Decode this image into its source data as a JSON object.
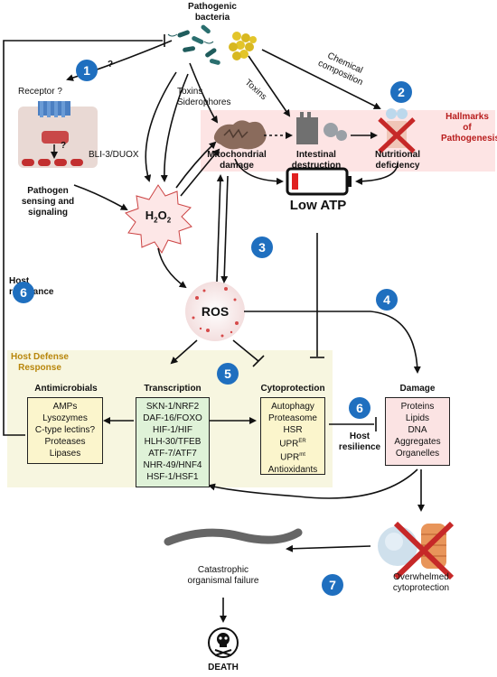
{
  "title_pathogen": "Pathogenic bacteria",
  "receptor_label": "Receptor ?",
  "question_mark": "?",
  "bli_label": "BLI-3/DUOX",
  "sensing_label": "Pathogen sensing and signaling",
  "toxins_siderophores": "Toxins Siderophores",
  "toxins": "Toxins",
  "chemical_composition": "Chemical composition",
  "hallmarks": "Hallmarks of Pathogenesis",
  "mito_damage": "Mitochondrial damage",
  "intestinal_destruction": "Intestinal destruction",
  "nutritional_deficiency": "Nutritional deficiency",
  "h2o2": "H2O2",
  "low_atp": "Low ATP",
  "ros": "ROS",
  "host_resistance": "Host resistance",
  "host_defense_response": "Host Defense Response",
  "host_resilience": "Host resilience",
  "overwhelmed": "Overwhelmed cytoprotection",
  "catastrophic": "Catastrophic organismal failure",
  "death": "DEATH",
  "badges": {
    "b1": "1",
    "b2": "2",
    "b3": "3",
    "b4": "4",
    "b5": "5",
    "b6a": "6",
    "b6b": "6",
    "b7": "7"
  },
  "antimicrobials": {
    "header": "Antimicrobials",
    "items": [
      "AMPs",
      "Lysozymes",
      "C-type lectins?",
      "Proteases",
      "Lipases"
    ]
  },
  "transcription": {
    "header": "Transcription",
    "items": [
      "SKN-1/NRF2",
      "DAF-16/FOXO",
      "HIF-1/HIF",
      "HLH-30/TFEB",
      "ATF-7/ATF7",
      "NHR-49/HNF4",
      "HSF-1/HSF1"
    ]
  },
  "cytoprotection": {
    "header": "Cytoprotection",
    "items": [
      "Autophagy",
      "Proteasome",
      "HSR"
    ],
    "upr_er": "UPR",
    "upr_er_sup": "ER",
    "upr_mt": "UPR",
    "upr_mt_sup": "mt",
    "last": "Antioxidants"
  },
  "damage": {
    "header": "Damage",
    "items": [
      "Proteins",
      "Lipids",
      "DNA",
      "Aggregates",
      "Organelles"
    ]
  },
  "colors": {
    "badge": "#1f6fbf",
    "hallmark_bg": "#fde4e4",
    "hallmark_text": "#b81c1c",
    "defense_bg": "#f7f6e0",
    "defense_text": "#b8860b",
    "box_yellow": "#fbf5cc",
    "box_green": "#dff2d8",
    "box_red": "#fbe3e3"
  }
}
